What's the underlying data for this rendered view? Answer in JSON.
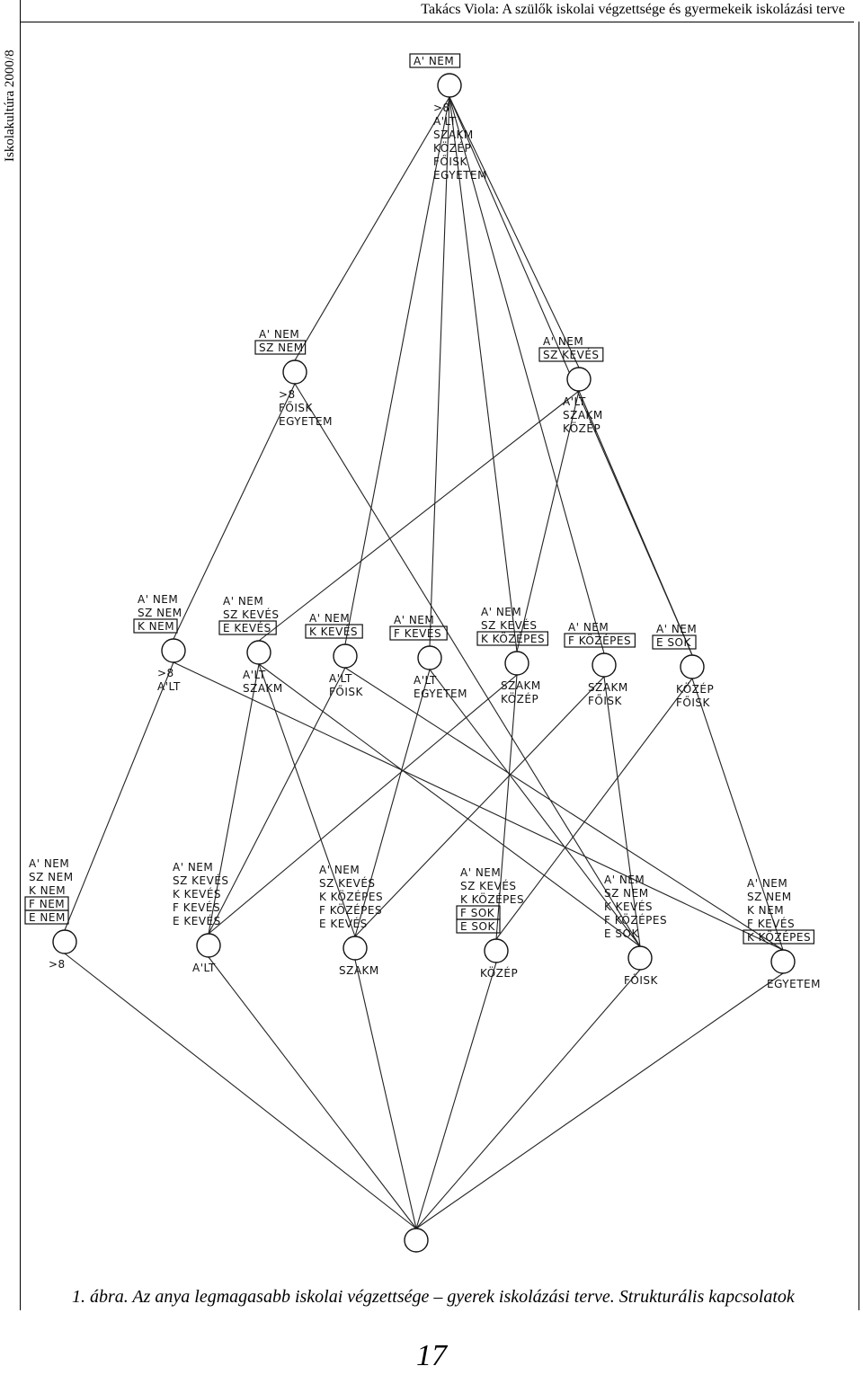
{
  "header": {
    "side_title": "Iskolakultúra 2000/8",
    "running_head": "Takács Viola: A szülők iskolai végzettsége és gyermekeik iskolázási terve"
  },
  "figure": {
    "nodes": [
      {
        "id": "top",
        "above": [
          "A' NEM"
        ],
        "boxed": 1,
        "below": [
          ">8",
          "A'LT",
          "SZAKM",
          "KÖZÉP",
          "FŐISK",
          "EGYETEM"
        ]
      },
      {
        "id": "l1a",
        "above": [
          "A' NEM",
          "SZ NEM"
        ],
        "boxed": 1,
        "below": [
          ">8",
          "FŐISK",
          "EGYETEM"
        ]
      },
      {
        "id": "l1b",
        "above": [
          "A' NEM",
          "SZ KEVÉS"
        ],
        "boxed": 1,
        "below": [
          "A'LT",
          "SZAKM",
          "KÖZÉP"
        ]
      },
      {
        "id": "l2a",
        "above": [
          "A' NEM",
          "SZ NEM",
          "K NEM"
        ],
        "boxed": 1,
        "below": [
          ">8",
          "A'LT"
        ]
      },
      {
        "id": "l2b",
        "above": [
          "A' NEM",
          "SZ KEVÉS",
          "E KEVÉS"
        ],
        "boxed": 1,
        "below": [
          "A'LT",
          "SZAKM"
        ]
      },
      {
        "id": "l2c",
        "above": [
          "A' NEM",
          "K KEVÉS"
        ],
        "boxed": 1,
        "below": [
          "A'LT",
          "FŐISK"
        ]
      },
      {
        "id": "l2d",
        "above": [
          "A' NEM",
          "F KEVÉS"
        ],
        "boxed": 1,
        "below": [
          "A'LT",
          "EGYETEM"
        ]
      },
      {
        "id": "l2e",
        "above": [
          "A' NEM",
          "SZ KEVÉS",
          "K KÖZÉPES"
        ],
        "boxed": 1,
        "below": [
          "SZAKM",
          "KÖZÉP"
        ]
      },
      {
        "id": "l2f",
        "above": [
          "A' NEM",
          "F KÖZÉPES"
        ],
        "boxed": 1,
        "below": [
          "SZAKM",
          "FŐISK"
        ]
      },
      {
        "id": "l2g",
        "above": [
          "A' NEM",
          "E SOK"
        ],
        "boxed": 1,
        "below": [
          "KÖZÉP",
          "FŐISK"
        ]
      },
      {
        "id": "l3a",
        "above": [
          "A' NEM",
          "SZ NEM",
          "K NEM",
          "F NEM",
          "E NEM"
        ],
        "boxed": 2,
        "below": [
          ">8"
        ]
      },
      {
        "id": "l3b",
        "above": [
          "A' NEM",
          "SZ KEVÉS",
          "K KEVÉS",
          "F KEVÉS",
          "E KEVÉS"
        ],
        "boxed": 0,
        "below": [
          "A'LT"
        ]
      },
      {
        "id": "l3c",
        "above": [
          "A' NEM",
          "SZ KEVÉS",
          "K KÖZÉPES",
          "F KÖZÉPES",
          "E KEVÉS"
        ],
        "boxed": 0,
        "below": [
          "SZAKM"
        ]
      },
      {
        "id": "l3d",
        "above": [
          "A' NEM",
          "SZ KEVÉS",
          "K KÖZÉPES",
          "F SOK",
          "E SOK"
        ],
        "boxed": 2,
        "below": [
          "KÖZÉP"
        ]
      },
      {
        "id": "l3e",
        "above": [
          "A' NEM",
          "SZ NEM",
          "K KEVÉS",
          "F KÖZÉPES",
          "E SOK"
        ],
        "boxed": 0,
        "below": [
          "FŐISK"
        ]
      },
      {
        "id": "l3f",
        "above": [
          "A' NEM",
          "SZ NEM",
          "K NEM",
          "F KEVÉS",
          "K KÖZÉPES"
        ],
        "boxed": 1,
        "below": [
          "EGYETEM"
        ]
      },
      {
        "id": "bottom",
        "above": [],
        "boxed": 0,
        "below": []
      }
    ],
    "edges": [
      [
        "top",
        "l1a"
      ],
      [
        "top",
        "l1b"
      ],
      [
        "top",
        "l2c"
      ],
      [
        "top",
        "l2d"
      ],
      [
        "top",
        "l2e"
      ],
      [
        "top",
        "l2f"
      ],
      [
        "top",
        "l2g"
      ],
      [
        "l1a",
        "l2a"
      ],
      [
        "l1a",
        "l3e"
      ],
      [
        "l1b",
        "l2b"
      ],
      [
        "l1b",
        "l2e"
      ],
      [
        "l1b",
        "l2g"
      ],
      [
        "l2a",
        "l3a"
      ],
      [
        "l2a",
        "l3f"
      ],
      [
        "l2b",
        "l3b"
      ],
      [
        "l2b",
        "l3c"
      ],
      [
        "l2b",
        "l3e"
      ],
      [
        "l2c",
        "l3b"
      ],
      [
        "l2c",
        "l3f"
      ],
      [
        "l2d",
        "l3c"
      ],
      [
        "l2d",
        "l3e"
      ],
      [
        "l2e",
        "l3b"
      ],
      [
        "l2e",
        "l3d"
      ],
      [
        "l2f",
        "l3c"
      ],
      [
        "l2f",
        "l3e"
      ],
      [
        "l2g",
        "l3d"
      ],
      [
        "l2g",
        "l3f"
      ],
      [
        "l3a",
        "bottom"
      ],
      [
        "l3b",
        "bottom"
      ],
      [
        "l3c",
        "bottom"
      ],
      [
        "l3d",
        "bottom"
      ],
      [
        "l3e",
        "bottom"
      ],
      [
        "l3f",
        "bottom"
      ]
    ]
  },
  "caption": "1. ábra. Az anya legmagasabb iskolai végzettsége – gyerek iskolázási terve. Strukturális kapcsolatok",
  "page_number": "17"
}
